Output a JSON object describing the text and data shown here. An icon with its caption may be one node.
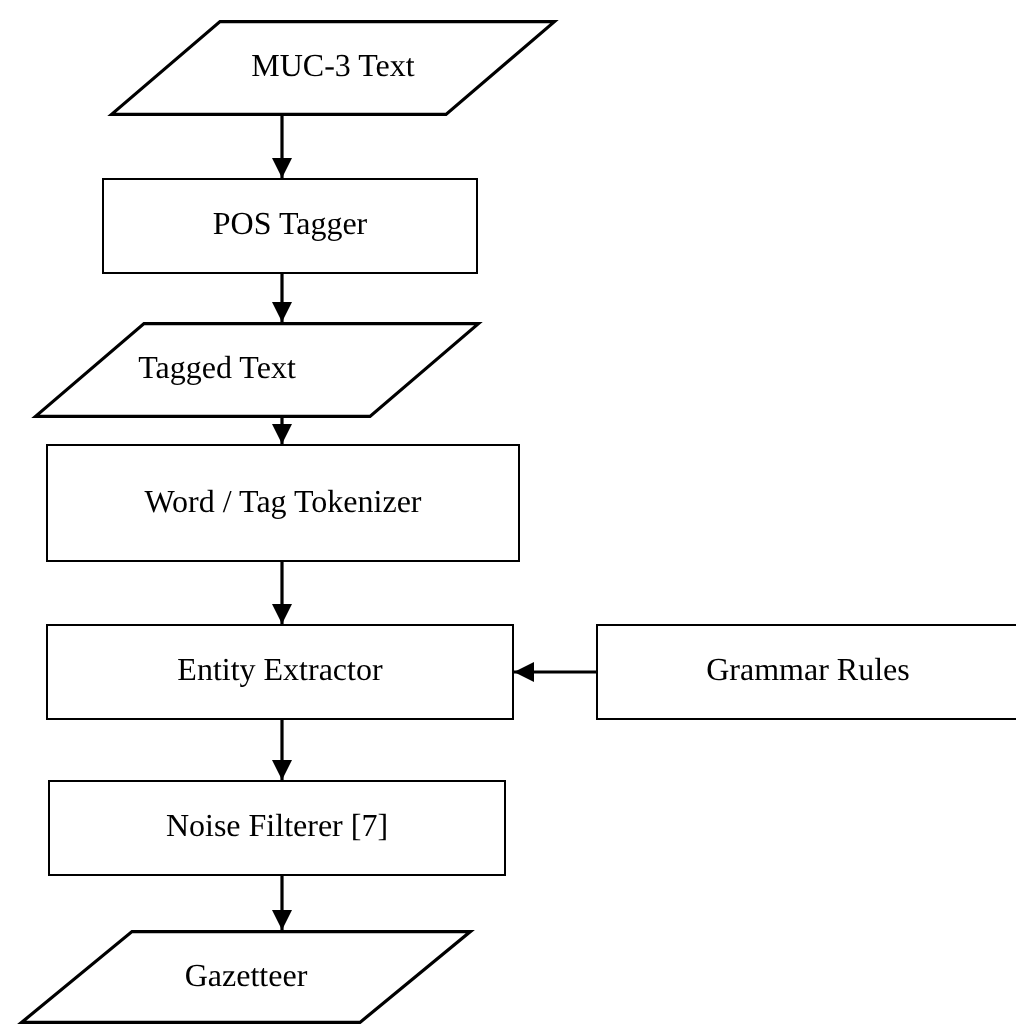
{
  "diagram": {
    "nodes": [
      {
        "text": [
          "MUC-3 Text"
        ]
      },
      {
        "text": [
          "POS Tagger"
        ]
      },
      {
        "text": [
          "Tagged Text"
        ]
      },
      {
        "text": [
          "Word / Tag Tokenizer"
        ]
      },
      {
        "text": [
          "Entity Extractor"
        ]
      },
      {
        "text": [
          "Grammar Rules"
        ]
      },
      {
        "text": [
          "Noise Filterer [7]"
        ]
      },
      {
        "text": [
          "Gazetteer"
        ]
      }
    ],
    "edges": [
      {
        "from": 0,
        "to": 1,
        "arrow": "to"
      },
      {
        "from": 1,
        "to": 2,
        "arrow": "to"
      },
      {
        "from": 2,
        "to": 3,
        "arrow": "to"
      },
      {
        "from": 3,
        "to": 4,
        "arrow": "to"
      },
      {
        "from": 5,
        "to": 4,
        "arrow": "to"
      },
      {
        "from": 4,
        "to": 6,
        "arrow": "to"
      },
      {
        "from": 6,
        "to": 7,
        "arrow": "to"
      }
    ]
  }
}
